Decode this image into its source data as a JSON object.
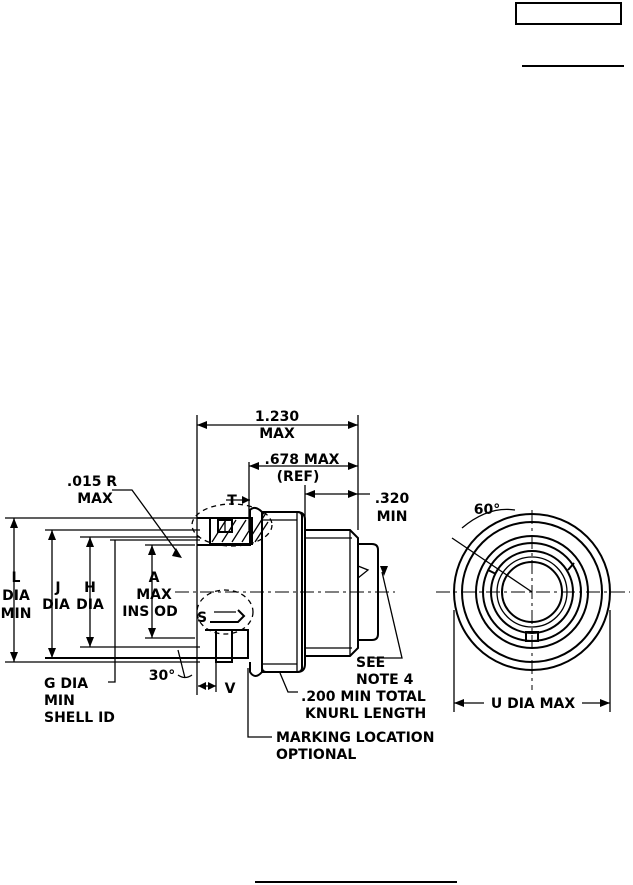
{
  "dimensions": {
    "overall_length": "1.230",
    "overall_length_note": "MAX",
    "ref_length": ".678 MAX",
    "ref_length_note": "(REF)",
    "thread_length": ".320",
    "thread_length_note": "MIN",
    "radius": ".015 R",
    "radius_note": "MAX",
    "t_label": "T",
    "s_label": "S",
    "v_label": "V",
    "angle_30": "30°",
    "angle_60": "60°"
  },
  "labels": {
    "l_dia": [
      "L",
      "DIA",
      "MIN"
    ],
    "j_dia": [
      "J",
      "DIA"
    ],
    "h_dia": [
      "H",
      "DIA"
    ],
    "a_max": [
      "A",
      "MAX",
      "INS OD"
    ],
    "g_dia": [
      "G DIA",
      "MIN",
      "SHELL ID"
    ],
    "see_note": [
      "SEE",
      "NOTE 4"
    ],
    "knurl": [
      ".200 MIN TOTAL",
      "KNURL LENGTH"
    ],
    "marking": [
      "MARKING LOCATION",
      "OPTIONAL"
    ],
    "u_dia": "U DIA MAX"
  }
}
